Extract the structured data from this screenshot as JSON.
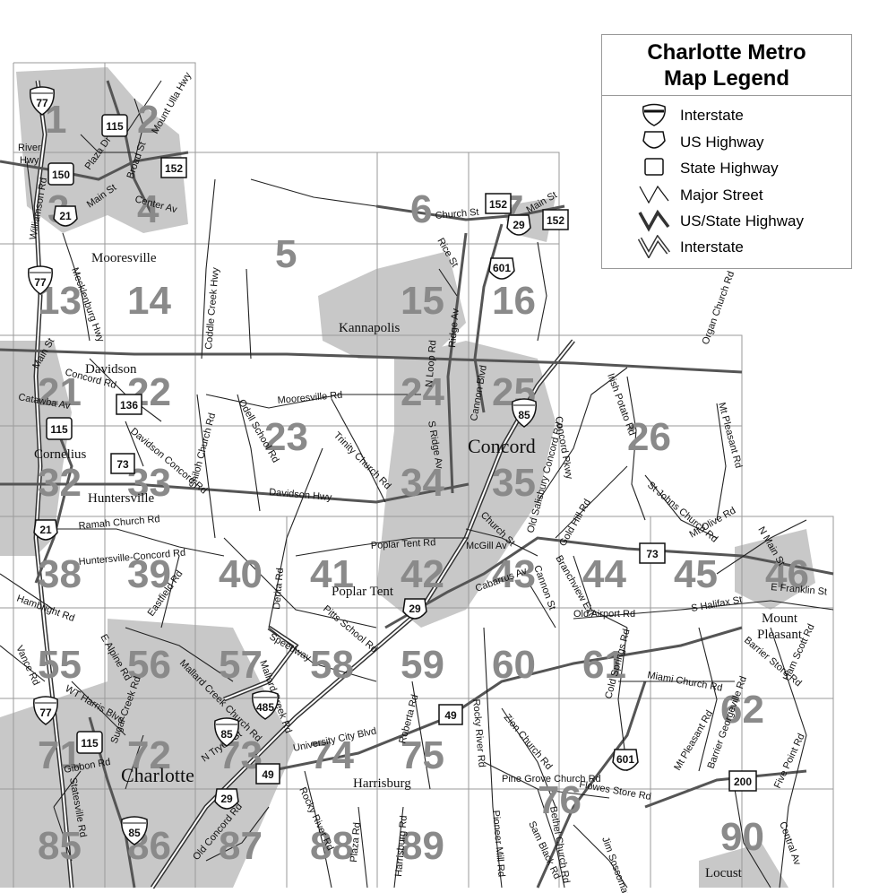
{
  "legend": {
    "title_line1": "Charlotte Metro",
    "title_line2": "Map Legend",
    "items": [
      {
        "label": "Interstate",
        "icon": "interstate-shield-icon"
      },
      {
        "label": "US Highway",
        "icon": "us-highway-shield-icon"
      },
      {
        "label": "State Highway",
        "icon": "state-highway-shield-icon"
      },
      {
        "label": "Major Street",
        "icon": "major-street-line-icon"
      },
      {
        "label": "US/State Highway",
        "icon": "us-state-highway-line-icon"
      },
      {
        "label": "Interstate",
        "icon": "interstate-line-icon"
      }
    ]
  },
  "grid_numbers": [
    "1",
    "2",
    "3",
    "4",
    "5",
    "6",
    "7",
    "13",
    "14",
    "15",
    "16",
    "21",
    "22",
    "23",
    "24",
    "25",
    "26",
    "32",
    "33",
    "34",
    "35",
    "38",
    "39",
    "40",
    "41",
    "42",
    "43",
    "44",
    "45",
    "46",
    "55",
    "56",
    "57",
    "58",
    "59",
    "60",
    "61",
    "62",
    "71",
    "72",
    "73",
    "74",
    "75",
    "76",
    "85",
    "86",
    "87",
    "88",
    "89",
    "90"
  ],
  "cities": {
    "mooresville": "Mooresville",
    "kannapolis": "Kannapolis",
    "davidson": "Davidson",
    "concord": "Concord",
    "cornelius": "Cornelius",
    "huntersville": "Huntersville",
    "poplar_tent": "Poplar Tent",
    "mount": "Mount",
    "pleasant": "Pleasant",
    "charlotte": "Charlotte",
    "harrisburg": "Harrisburg",
    "locust": "Locust"
  },
  "streets": {
    "river_hwy_1": "River",
    "river_hwy_2": "Hwy",
    "plaza_dr": "Plaza Dr",
    "broad_st": "Broad St",
    "mount_ulla_hwy": "Mount Ulla Hwy",
    "williamson_rd": "Williamson Rd",
    "main_st_1": "Main St",
    "center_av": "Center Av",
    "church_st_1": "Church St",
    "main_st_2": "Main St",
    "rice_st": "Rice St",
    "mecklenburg_hwy": "Mecklenburg Hwy",
    "coddle_creek_hwy": "Coddle Creek Hwy",
    "ridge_av": "Ridge Av",
    "organ_church_rd": "Organ Church Rd",
    "concord_rd": "Concord Rd",
    "main_st_3": "Main St",
    "catawba_av": "Catawba Av",
    "mooresville_rd": "Mooresville Rd",
    "n_loop_rd": "N Loop Rd",
    "cannon_blvd": "Cannon Blvd",
    "irish_potato_rd": "Irish Potato Rd",
    "mt_pleasant_rd_1": "Mt Pleasant Rd",
    "odell_school_rd": "Odell School Rd",
    "shiloh_church_rd": "Shiloh Church Rd",
    "trinity_church_rd": "Trinity Church Rd",
    "s_ridge_av": "S Ridge Av",
    "concord_pkwy": "Concord Pkwy",
    "davidson_concord_rd": "Davidson Concord Rd",
    "davidson_hwy": "Davidson Hwy",
    "st_johns_church_rd": "St Johns Church Rd",
    "ramah_church_rd": "Ramah Church Rd",
    "old_salisbury_concord_rd": "Old Salisbury Concord Rd",
    "gold_hill_rd": "Gold Hill Rd",
    "mt_olive_rd": "Mt Olive Rd",
    "n_main_st": "N Main St",
    "huntersville_concord_rd": "Huntersville-Concord Rd",
    "poplar_tent_rd": "Poplar Tent Rd",
    "mcgill_av": "McGill Av",
    "church_st_2": "Church St",
    "derita_rd": "Derita Rd",
    "eastfield_rd": "Eastfield Rd",
    "branchview_ext": "Branchview Ext",
    "cannon_st": "Cannon St",
    "e_franklin_st": "E Franklin St",
    "s_halifax_st": "S Halifax St",
    "hambright_rd": "Hambright Rd",
    "pitts_school_rd": "Pitts School Rd",
    "old_airport_rd": "Old Airport Rd",
    "cabarrus_av": "Cabarrus Av",
    "ham_scott_rd": "Ham Scott Rd",
    "barrier_store_rd": "Barrier Store Rd",
    "vance_rd": "Vance Rd",
    "e_alpine_rd": "E Alpine Rd",
    "mallard_creek_church_rd": "Mallard Creek Church Rd",
    "speedway_blvd": "Speedway",
    "cold_springs_rd": "Cold Springs Rd",
    "miami_church_rd": "Miami Church Rd",
    "barrier_georgeville_rd": "Barrier Georgeville Rd",
    "wt_harris_blvd": "WT Harris Blvd",
    "mallard_creek_rd": "Mallard Creek Rd",
    "rocky_river_rd_1": "Rocky River Rd",
    "roberta_rd": "Roberta Rd",
    "mt_pleasant_rd_2": "Mt Pleasant Rd",
    "zion_church_rd": "Zion Church Rd",
    "sugar_creek_rd": "Sugar Creek Rd",
    "university_city_blvd": "University City Blvd",
    "five_point_rd": "Five Point Rd",
    "n_tryon_st": "N Tryon St",
    "gibbon_rd": "Gibbon Rd",
    "statesville_rd": "Statesville Rd",
    "pine_grove_church_rd": "Pine Grove Church Rd",
    "flowes_store_rd": "Flowes Store Rd",
    "rocky_river_rd_2": "Rocky River Rd",
    "pioneer_mill_rd": "Pioneer Mill Rd",
    "bethel_church_rd": "Bethel Church Rd",
    "sam_black_rd": "Sam Black Rd",
    "jim_sossoman_rd": "Jim Sossoman Rd",
    "central_av": "Central Av",
    "old_concord_rd": "Old Concord Rd",
    "plaza_rd": "Plaza Rd",
    "harrisburg_rd": "Harrisburg Rd"
  },
  "shields": {
    "i77_a": "77",
    "us115_a": "115",
    "us150": "150",
    "us21_a": "21",
    "nc152_a": "152",
    "nc152_b": "152",
    "us29_a": "29",
    "nc152_c": "152",
    "us601_a": "601",
    "i77_b": "77",
    "nc136": "136",
    "i85_a": "85",
    "us115_b": "115",
    "nc73_a": "73",
    "us21_b": "21",
    "nc73_b": "73",
    "us29_b": "29",
    "i485": "485",
    "nc49_a": "49",
    "i77_c": "77",
    "us115_c": "115",
    "i85_b": "85",
    "nc49_b": "49",
    "us29_c": "29",
    "us601_b": "601",
    "nc200": "200",
    "i85_c": "85"
  }
}
